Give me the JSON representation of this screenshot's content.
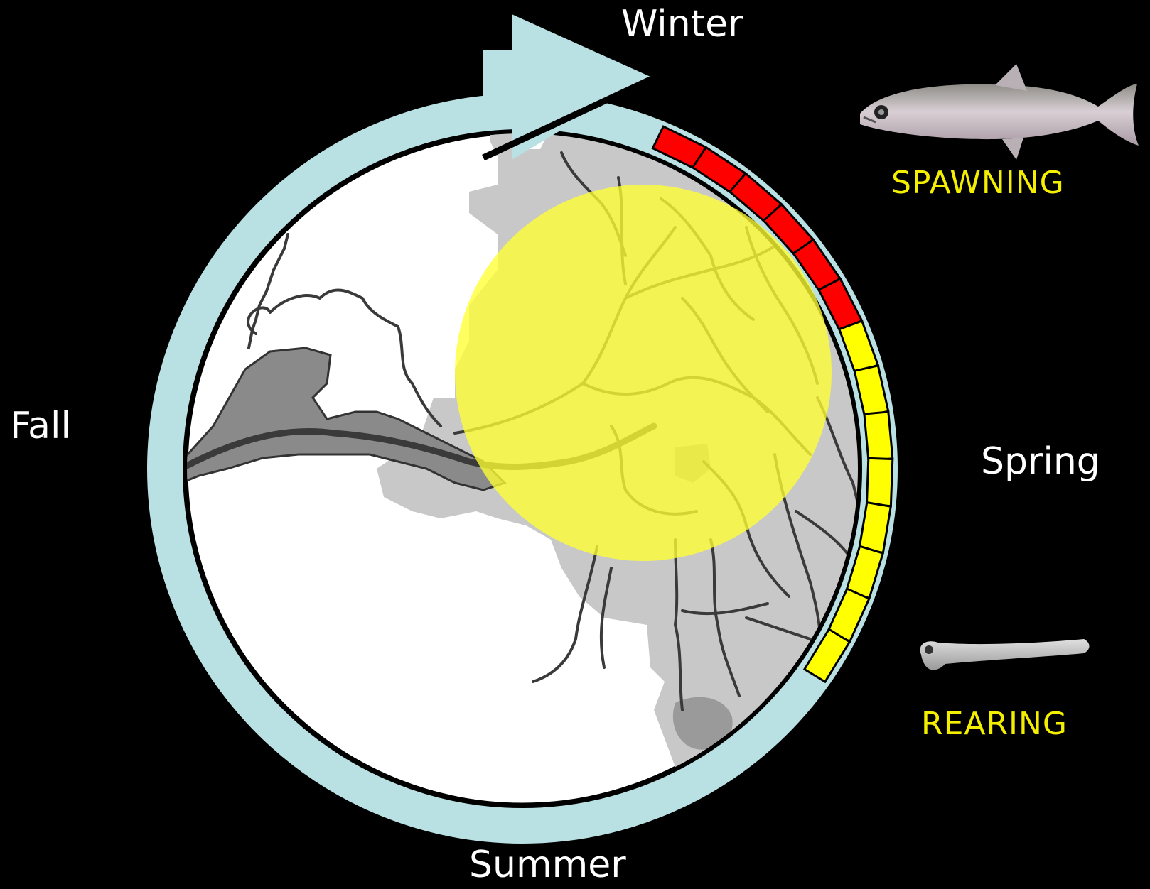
{
  "seasons": {
    "winter": "Winter",
    "fall": "Fall",
    "spring": "Spring",
    "summer": "Summer"
  },
  "stages": [
    {
      "label": "SPAWNING",
      "color": "#ff0000",
      "segment_count": 6
    },
    {
      "label": "REARING",
      "color": "#ffff00",
      "segment_count": 8
    }
  ],
  "colors": {
    "background": "#000000",
    "ring": "#b9e0e3",
    "map_land": "#c8c8c8",
    "map_water": "#8a8a8a",
    "highlight_circle": "#ffff33",
    "label_text": "#f4ee00"
  },
  "icons": {
    "arrow": "cycle-arrow-icon",
    "adult_fish": "adult-smelt-icon",
    "larval_fish": "larval-smelt-icon"
  }
}
